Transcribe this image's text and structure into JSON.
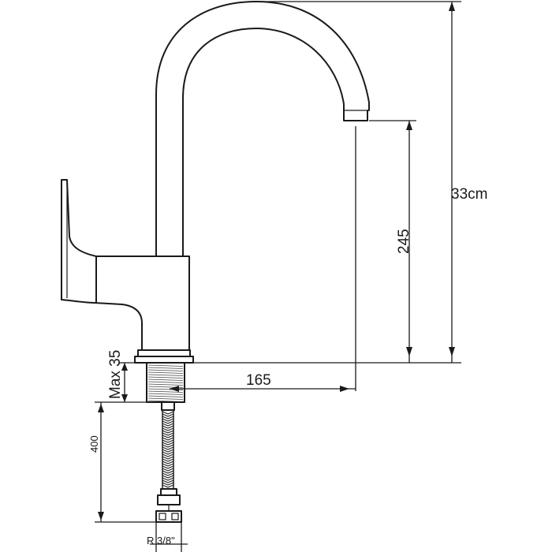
{
  "dimensions": {
    "total_height": "33cm",
    "spout_clearance": "245",
    "spout_reach": "165",
    "max_mount": "Max 35",
    "hose_length": "400",
    "thread": "R 3/8\""
  }
}
